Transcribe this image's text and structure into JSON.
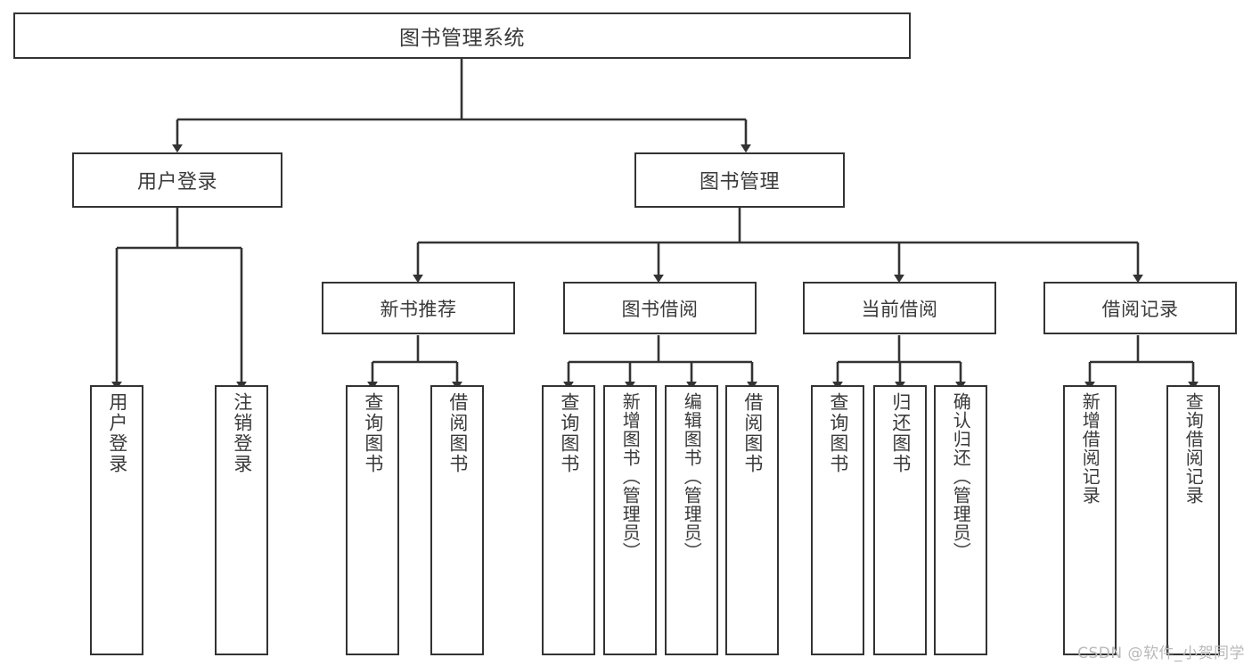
{
  "diagram": {
    "title": "图书管理系统",
    "watermark": "CSDN @软件_小贺同学",
    "line_color": "#333333",
    "box_fill": "#ffffff",
    "text_color": "#3a3a3a",
    "nodes": {
      "root": {
        "label": "图书管理系统"
      },
      "user_login": {
        "label": "用户登录"
      },
      "book_manage": {
        "label": "图书管理"
      },
      "new_book_rec": {
        "label": "新书推荐"
      },
      "book_borrow": {
        "label": "图书借阅"
      },
      "current_borrow": {
        "label": "当前借阅"
      },
      "borrow_record": {
        "label": "借阅记录"
      },
      "leaf_user_login": {
        "label": "用户登录"
      },
      "leaf_user_logout": {
        "label": "注销登录"
      },
      "leaf_query_book_1": {
        "label": "查询图书"
      },
      "leaf_borrow_book_1": {
        "label": "借阅图书"
      },
      "leaf_query_book_2": {
        "label": "查询图书"
      },
      "leaf_add_book": {
        "label": "新增图书（管理员）"
      },
      "leaf_edit_book": {
        "label": "编辑图书（管理员）"
      },
      "leaf_borrow_book_2": {
        "label": "借阅图书"
      },
      "leaf_query_book_3": {
        "label": "查询图书"
      },
      "leaf_return_book": {
        "label": "归还图书"
      },
      "leaf_confirm_return": {
        "label": "确认归还（管理员）"
      },
      "leaf_add_record": {
        "label": "新增借阅记录"
      },
      "leaf_query_record": {
        "label": "查询借阅记录"
      }
    }
  }
}
